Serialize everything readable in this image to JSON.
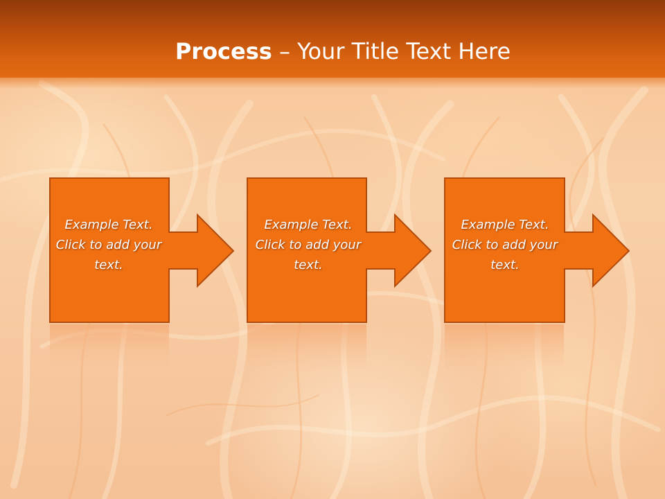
{
  "slide": {
    "title_bold": "Process",
    "title_rest": " – Your Title Text Here"
  },
  "steps": [
    {
      "text": "Example Text. Click  to add your text."
    },
    {
      "text": "Example Text. Click  to add your text."
    },
    {
      "text": "Example Text. Click  to add your text."
    }
  ],
  "colors": {
    "shape_fill": "#f07012",
    "shape_border": "#b24a0c",
    "title_bar": "#d8620f"
  }
}
